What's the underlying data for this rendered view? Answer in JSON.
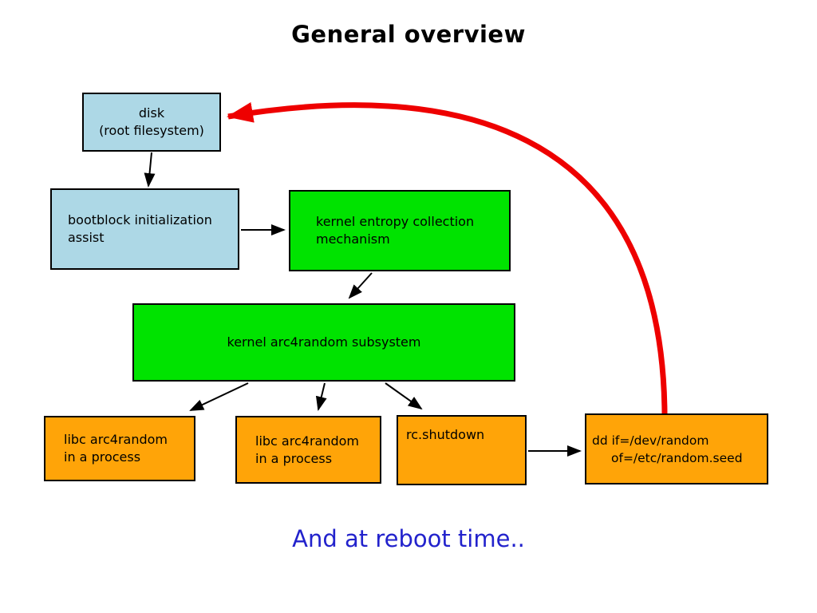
{
  "title": "General overview",
  "footer_note": "And at reboot time..",
  "colors": {
    "box_blue": "#add8e6",
    "box_green": "#00e300",
    "box_orange": "#ffa408",
    "arrow_black": "#000000",
    "arrow_red": "#ee0000",
    "footer_blue": "#2222cc",
    "border": "#000000"
  },
  "boxes": {
    "disk": {
      "line1": "disk",
      "line2": "(root filesystem)"
    },
    "bootblock": {
      "line1": "bootblock initialization",
      "line2": "assist"
    },
    "entropy": {
      "line1": "kernel entropy collection",
      "line2": "mechanism"
    },
    "arc4random": {
      "label": "kernel arc4random subsystem"
    },
    "libc1": {
      "line1": "libc arc4random",
      "line2": "in a process"
    },
    "libc2": {
      "line1": "libc arc4random",
      "line2": "in a process"
    },
    "rcshutdown": {
      "label": "rc.shutdown"
    },
    "dd": {
      "line1": "dd if=/dev/random",
      "line2": "of=/etc/random.seed"
    }
  },
  "arrows": {
    "disk_to_bootblock": "flow",
    "bootblock_to_entropy": "flow",
    "entropy_to_arc4random": "flow",
    "arc4random_to_libc1": "flow",
    "arc4random_to_libc2": "flow",
    "arc4random_to_rcshutdown": "flow",
    "rcshutdown_to_dd": "flow",
    "dd_to_disk": "reboot-feedback (red)"
  }
}
